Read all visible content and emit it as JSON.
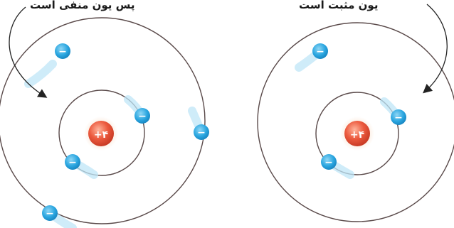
{
  "captions": {
    "left": "پس یون منفی است",
    "right": "یون مثبت است"
  },
  "atoms": [
    {
      "side": "left",
      "nucleus_charge": "+۴",
      "electron_sign": "−",
      "inner_shell_electrons": 2,
      "outer_shell_electrons": 3
    },
    {
      "side": "right",
      "nucleus_charge": "+۴",
      "electron_sign": "−",
      "inner_shell_electrons": 2,
      "outer_shell_electrons": 1
    }
  ],
  "colors": {
    "nucleus": "#e8503a",
    "electron": "#2aa6e0",
    "electron_glow": "#bfe6f7",
    "orbit": "#5a4a4a",
    "arrow": "#222222"
  }
}
